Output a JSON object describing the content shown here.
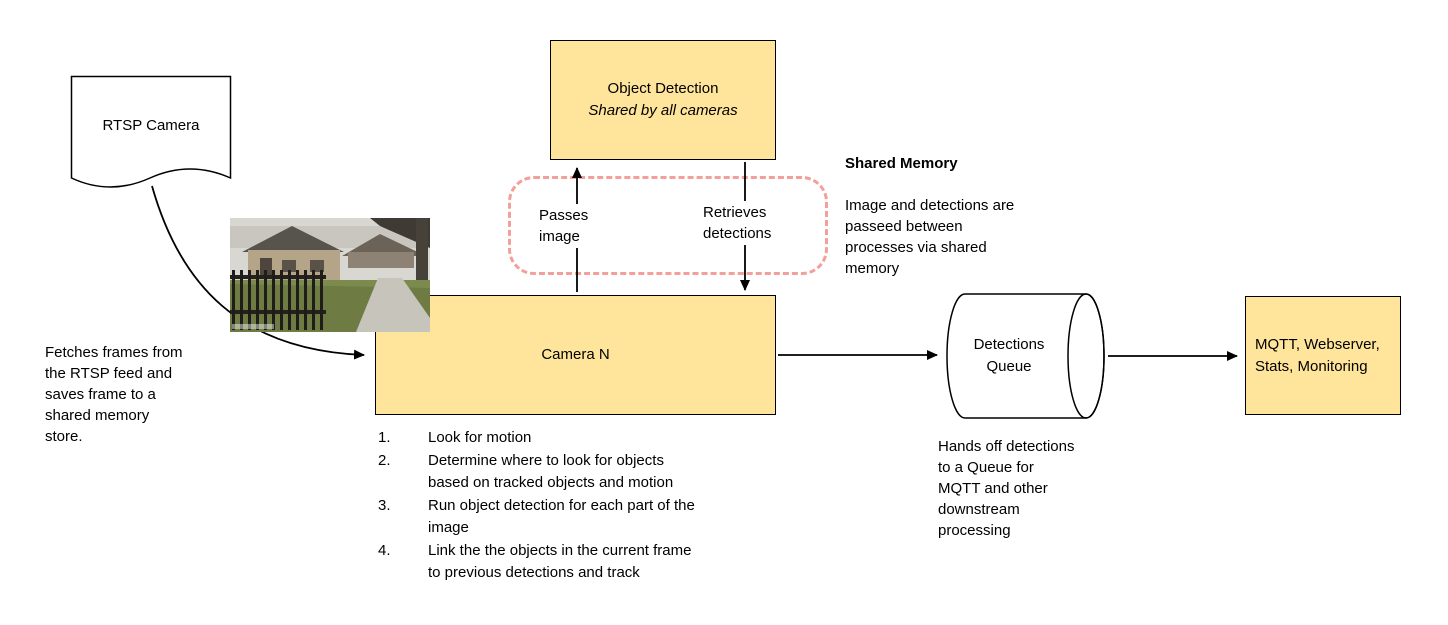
{
  "colors": {
    "node_fill": "#FFE59B",
    "node_border": "#000000",
    "shared_memory_outline": "#F2A099",
    "connector": "#000000"
  },
  "nodes": {
    "rtsp_camera": {
      "label": "RTSP Camera"
    },
    "object_detection": {
      "title": "Object Detection",
      "subtitle": "Shared by all cameras"
    },
    "camera_n": {
      "label": "Camera N"
    },
    "detections_queue": {
      "label": "Detections\nQueue"
    },
    "outputs": {
      "label": "MQTT, Webserver,\nStats, Monitoring"
    }
  },
  "edge_labels": {
    "passes_image": "Passes\nimage",
    "retrieves_detections": "Retrieves\ndetections"
  },
  "notes": {
    "fetch": "Fetches frames from\nthe RTSP feed and\nsaves frame to a\nshared memory\nstore.",
    "shared_memory_title": "Shared Memory",
    "shared_memory_body": "Image and detections are\npasseed between\nprocesses via shared\nmemory",
    "queue_handoff": "Hands off detections\nto a Queue for\nMQTT and other\ndownstream\nprocessing"
  },
  "camera_steps": [
    {
      "num": "1.",
      "text": "Look for motion"
    },
    {
      "num": "2.",
      "text": "Determine where to look for objects\nbased on tracked objects and motion"
    },
    {
      "num": "3.",
      "text": "Run object detection for each part of the\nimage"
    },
    {
      "num": "4.",
      "text": "Link the the objects in the current frame\nto previous detections and track"
    }
  ]
}
